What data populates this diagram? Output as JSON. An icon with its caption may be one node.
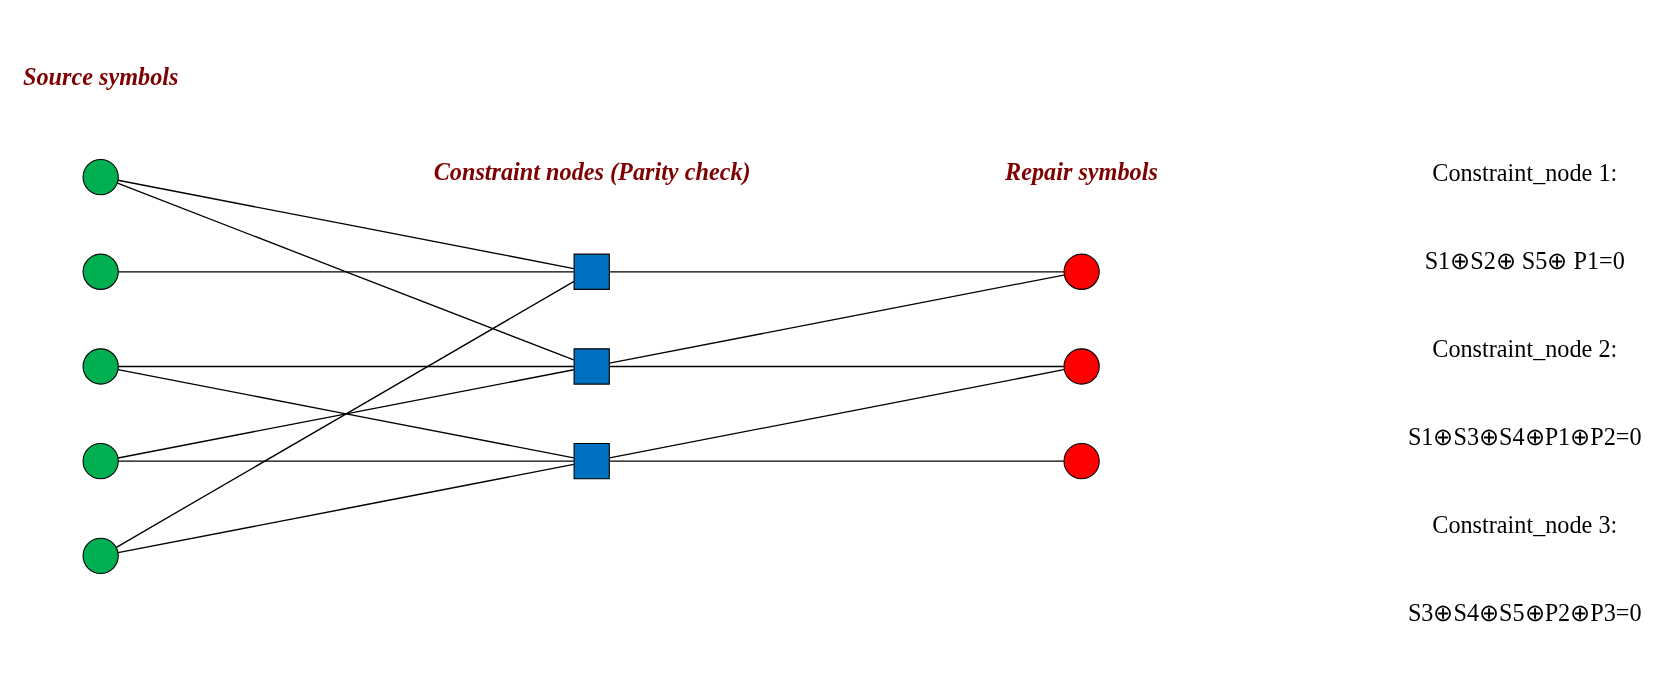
{
  "diagram": {
    "nodes": [
      {
        "text": [],
        "shape": "circle"
      },
      {
        "text": [],
        "shape": "circle"
      },
      {
        "text": [],
        "shape": "circle"
      },
      {
        "text": [],
        "shape": "circle"
      },
      {
        "text": [],
        "shape": "circle"
      },
      {
        "text": [],
        "shape": "box"
      },
      {
        "text": [],
        "shape": "box"
      },
      {
        "text": [],
        "shape": "box"
      },
      {
        "text": [],
        "shape": "circle"
      },
      {
        "text": [],
        "shape": "circle"
      },
      {
        "text": [],
        "shape": "circle"
      }
    ],
    "edges": [
      {
        "from": 0,
        "to": 5,
        "arrow": "none"
      },
      {
        "from": 0,
        "to": 6,
        "arrow": "none"
      },
      {
        "from": 1,
        "to": 5,
        "arrow": "none"
      },
      {
        "from": 2,
        "to": 6,
        "arrow": "none"
      },
      {
        "from": 2,
        "to": 7,
        "arrow": "none"
      },
      {
        "from": 3,
        "to": 6,
        "arrow": "none"
      },
      {
        "from": 3,
        "to": 7,
        "arrow": "none"
      },
      {
        "from": 4,
        "to": 5,
        "arrow": "none"
      },
      {
        "from": 4,
        "to": 7,
        "arrow": "none"
      },
      {
        "from": 5,
        "to": 8,
        "arrow": "none"
      },
      {
        "from": 6,
        "to": 8,
        "arrow": "none"
      },
      {
        "from": 6,
        "to": 9,
        "arrow": "none"
      },
      {
        "from": 7,
        "to": 9,
        "arrow": "none"
      },
      {
        "from": 7,
        "to": 10,
        "arrow": "none"
      }
    ],
    "labels": [
      "Source symbols",
      "Constraint nodes (Parity check)",
      "Repair symbols",
      "Constraint_node 1:",
      "S1⊕S2⊕ S5⊕ P1=0",
      "Constraint_node 2:",
      "S1⊕S3⊕S4⊕P1⊕P2=0",
      "Constraint_node 3:",
      "S3⊕S4⊕S5⊕P2⊕P3=0"
    ]
  }
}
